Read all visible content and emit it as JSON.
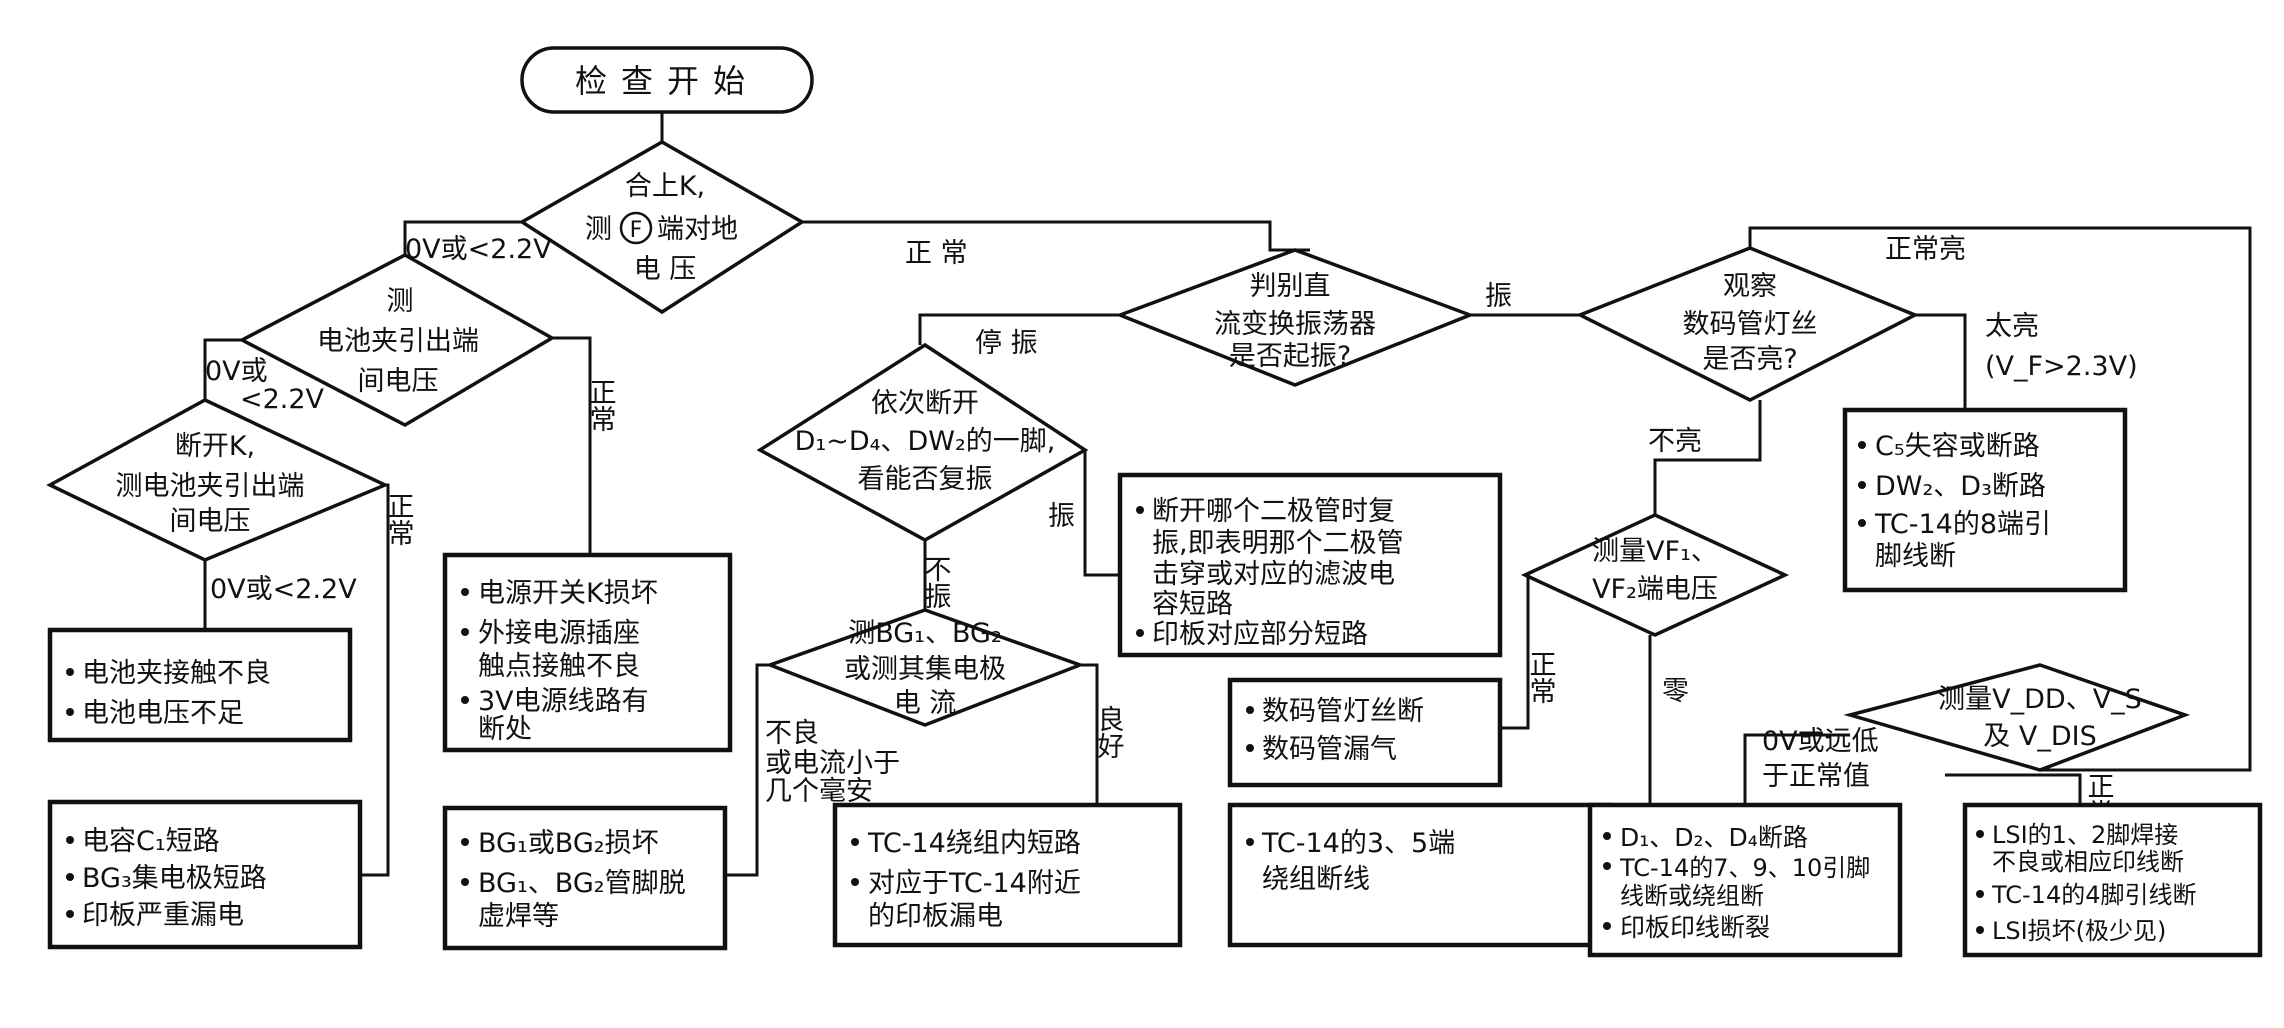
{
  "start": {
    "label": "检查开始"
  },
  "decisions": {
    "d1": [
      "合上K,",
      "测",
      "端对地",
      "电 压"
    ],
    "d1_symbol": "F",
    "d2": [
      "测",
      "电池夹引出端",
      "间电压"
    ],
    "d3": [
      "断开K,",
      "测电池夹引出端",
      "间电压"
    ],
    "d4": [
      "判别直",
      "流变换振荡器",
      "是否起振?"
    ],
    "d5": [
      "依次断开",
      "D₁~D₄、DW₂的一脚,",
      "看能否复振"
    ],
    "d6": [
      "测BG₁、BG₂",
      "或测其集电极",
      "电 流"
    ],
    "d7": [
      "观察",
      "数码管灯丝",
      "是否亮?"
    ],
    "d8": [
      "测量VF₁、",
      "VF₂端电压"
    ],
    "d9": [
      "测量V_DD、V_S",
      "及 V_DIS"
    ]
  },
  "edges": {
    "e_normal_top": "正 常",
    "e_0v_1": "0V或<2.2V",
    "e_0v_2a": "0V或",
    "e_0v_2b": "<2.2V",
    "e_normal_d2": "正常",
    "e_normal_d3": "正常",
    "e_0v_3": "0V或<2.2V",
    "e_stop": "停 振",
    "e_osc": "振",
    "e_osc2": "振",
    "e_noosc": "不振",
    "e_bad": [
      "不良",
      "或电流小于",
      "几个毫安"
    ],
    "e_good": "良好",
    "e_bright": "正常亮",
    "e_toobright": [
      "太亮",
      "(V_F>2.3V)"
    ],
    "e_notbright": "不亮",
    "e_normal_d8": "正常",
    "e_zero": "零",
    "e_low": [
      "0V或远低",
      "于正常值"
    ],
    "e_normal_d9": "正常"
  },
  "boxes": {
    "b1": [
      "电池夹接触不良",
      "电池电压不足"
    ],
    "b2": [
      "电容C₁短路",
      "BG₃集电极短路",
      "印板严重漏电"
    ],
    "b3": [
      "电源开关K损坏",
      "外接电源插座",
      "触点接触不良",
      "3V电源线路有",
      "断处"
    ],
    "b4": [
      "BG₁或BG₂损坏",
      "BG₁、BG₂管脚脱",
      "虚焊等"
    ],
    "b5": [
      "TC-14绕组内短路",
      "对应于TC-14附近",
      "的印板漏电"
    ],
    "b6": [
      "断开哪个二极管时复",
      "振,即表明那个二极管",
      "击穿或对应的滤波电",
      "容短路",
      "印板对应部分短路"
    ],
    "b7": [
      "数码管灯丝断",
      "数码管漏气"
    ],
    "b8": [
      "TC-14的3、5端",
      "绕组断线"
    ],
    "b9": [
      "C₅失容或断路",
      "DW₂、D₃断路",
      "TC-14的8端引",
      "脚线断"
    ],
    "b10": [
      "D₁、D₂、D₄断路",
      "TC-14的7、9、10引脚",
      "线断或绕组断",
      "印板印线断裂"
    ],
    "b11": [
      "LSI的1、2脚焊接",
      "不良或相应印线断",
      "TC-14的4脚引线断",
      "LSI损坏(极少见)"
    ]
  }
}
